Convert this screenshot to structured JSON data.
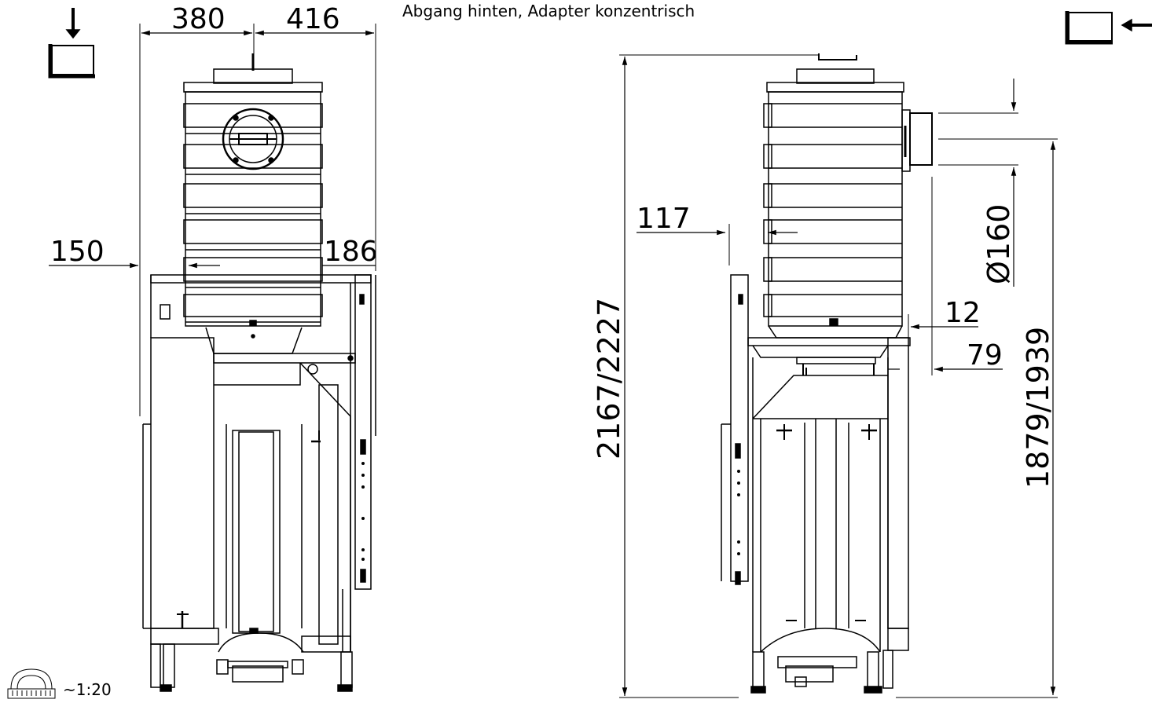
{
  "caption": "Abgang hinten, Adapter konzentrisch",
  "scale": "~1:20",
  "views": {
    "front": {
      "icon": "top-view-arrow-down-icon",
      "dims": {
        "top_left": "380",
        "top_right": "416",
        "left": "150",
        "right": "186"
      }
    },
    "side": {
      "icon": "side-view-arrow-left-icon",
      "dims": {
        "total_height": "2167/2227",
        "offset": "117",
        "diameter": "Ø160",
        "outlet_height": "1879/1939",
        "gap": "12",
        "adapter_depth": "79"
      }
    }
  },
  "icons": {
    "scale_icon": "ruler-scale-icon"
  }
}
